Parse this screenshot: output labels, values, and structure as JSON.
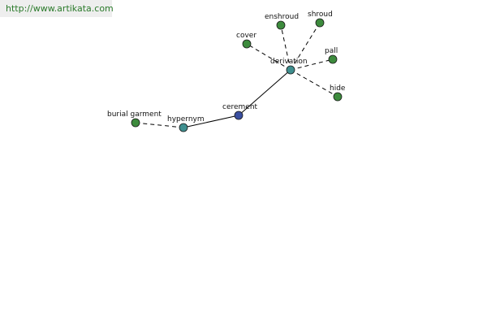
{
  "source": {
    "url": "http://www.artikata.com"
  },
  "graph": {
    "colors": {
      "edge": "#000000",
      "node_stroke": "#1a1a1a",
      "leaf": "#3d8b3d",
      "relation": "#3f8f8f",
      "root": "#3a4fa0"
    },
    "nodes": [
      {
        "id": "cerement",
        "label": "cerement",
        "kind": "root"
      },
      {
        "id": "hypernym",
        "label": "hypernym",
        "kind": "relation"
      },
      {
        "id": "derivation",
        "label": "derivation",
        "kind": "relation"
      },
      {
        "id": "burial-garment",
        "label": "burial garment",
        "kind": "leaf"
      },
      {
        "id": "cover",
        "label": "cover",
        "kind": "leaf"
      },
      {
        "id": "enshroud",
        "label": "enshroud",
        "kind": "leaf"
      },
      {
        "id": "shroud",
        "label": "shroud",
        "kind": "leaf"
      },
      {
        "id": "pall",
        "label": "pall",
        "kind": "leaf"
      },
      {
        "id": "hide",
        "label": "hide",
        "kind": "leaf"
      }
    ],
    "edges": [
      {
        "from": "cerement",
        "to": "hypernym",
        "style": "solid"
      },
      {
        "from": "cerement",
        "to": "derivation",
        "style": "solid"
      },
      {
        "from": "hypernym",
        "to": "burial-garment",
        "style": "dashed"
      },
      {
        "from": "derivation",
        "to": "cover",
        "style": "dashed"
      },
      {
        "from": "derivation",
        "to": "enshroud",
        "style": "dashed"
      },
      {
        "from": "derivation",
        "to": "shroud",
        "style": "dashed"
      },
      {
        "from": "derivation",
        "to": "pall",
        "style": "dashed"
      },
      {
        "from": "derivation",
        "to": "hide",
        "style": "dashed"
      }
    ]
  }
}
